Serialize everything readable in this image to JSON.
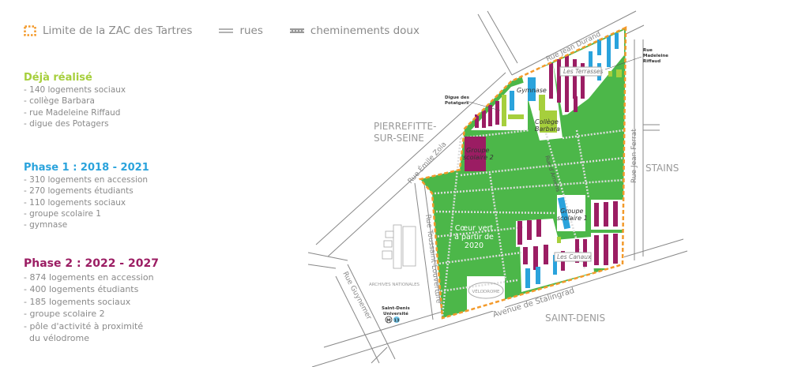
{
  "legend": {
    "boundary": "Limite de la  ZAC des Tartres",
    "roads": "rues",
    "paths": "cheminements doux"
  },
  "colors": {
    "orange": "#f39a2b",
    "green": "#4cb749",
    "lime": "#a6cf3c",
    "blue": "#2aa3dc",
    "purple": "#9b1d63",
    "text": "#8a8a8a"
  },
  "sections": [
    {
      "title": "Déjà réalisé",
      "items": [
        "140 logements sociaux",
        "collège Barbara",
        "rue Madeleine Riffaud",
        "digue des Potagers"
      ]
    },
    {
      "title": "Phase 1 : 2018 - 2021",
      "items": [
        "310 logements en accession",
        "270 logements étudiants",
        "110 logements sociaux",
        "groupe scolaire 1",
        "gymnase"
      ]
    },
    {
      "title": "Phase 2 : 2022 - 2027",
      "items": [
        "874 logements en accession",
        "400 logements étudiants",
        "185 logements sociaux",
        "groupe scolaire 2",
        "pôle d'activité à proximité"
      ],
      "continuation": "du vélodrome"
    }
  ],
  "map": {
    "towns": {
      "pierrefitte_1": "PIERREFITTE-",
      "pierrefitte_2": "SUR-SEINE",
      "stains": "STAINS",
      "saint_denis": "SAINT-DENIS"
    },
    "streets": {
      "jean_durand": "Rue Jean Durand",
      "emile_zola": "Rue Émile Zola",
      "jean_ferrat": "Rue Jean Ferrat",
      "amiens": "Rue d'Amiens",
      "toussaint": "Rue Toussaint Louverture",
      "guynemer": "Rue Guynemer",
      "stalingrad": "Avenue de Stalingrad"
    },
    "places": {
      "terrasses": "Les Terrasses",
      "canaux": "Les Canaux",
      "gymnase": "Gymnase",
      "college_1": "Collège",
      "college_2": "Barbara",
      "gs2_1": "Groupe",
      "gs2_2": "scolaire 2",
      "gs1_1": "Groupe",
      "gs1_2": "scolaire 1",
      "coeur_1": "Cœur vert",
      "coeur_2": "à partir de",
      "coeur_3": "2020",
      "velodrome": "VÉLODROME",
      "archives": "ARCHIVES NATIONALES",
      "digue_1": "Digue des",
      "digue_2": "Potatgers",
      "riffaud_1": "Rue",
      "riffaud_2": "Madeleine",
      "riffaud_3": "Riffaud",
      "metro_1": "Saint-Denis",
      "metro_2": "Université",
      "metro_m": "M",
      "metro_line": "13"
    }
  }
}
